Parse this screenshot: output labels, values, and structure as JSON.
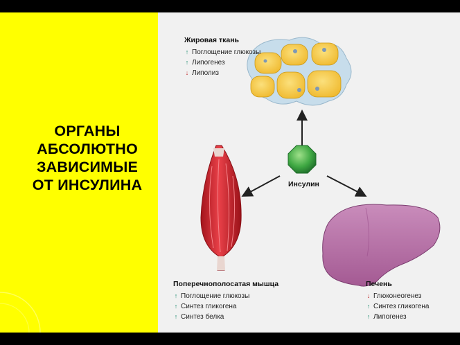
{
  "title": {
    "lines": [
      "ОРГАНЫ",
      "АБСОЛЮТНО",
      "ЗАВИСИМЫЕ",
      "ОТ ИНСУЛИНА"
    ]
  },
  "diagram": {
    "insulin_label": "Инсулин",
    "adipose": {
      "title": "Жировая ткань",
      "items": [
        {
          "arrow": "↑",
          "dir": "up",
          "text": "Поглощение глюкозы"
        },
        {
          "arrow": "↑",
          "dir": "up",
          "text": "Липогенез"
        },
        {
          "arrow": "↓",
          "dir": "down",
          "text": "Липолиз"
        }
      ]
    },
    "muscle": {
      "title": "Поперечнополосатая мышца",
      "items": [
        {
          "arrow": "↑",
          "dir": "up",
          "text": "Поглощение глюкозы"
        },
        {
          "arrow": "↑",
          "dir": "up",
          "text": "Синтез гликогена"
        },
        {
          "arrow": "↑",
          "dir": "up",
          "text": "Синтез белка"
        }
      ]
    },
    "liver": {
      "title": "Печень",
      "items": [
        {
          "arrow": "↓",
          "dir": "down",
          "text": "Глюконеогенез"
        },
        {
          "arrow": "↑",
          "dir": "up",
          "text": "Синтез гликогена"
        },
        {
          "arrow": "↑",
          "dir": "up",
          "text": "Липогенез"
        }
      ]
    },
    "colors": {
      "background_left": "#ffff00",
      "insulin": "#3fa843",
      "muscle": "#d8272e",
      "liver": "#b76fa6",
      "fat_cell": "#f5c83c",
      "arrow_up": "#1a8a6e",
      "arrow_down": "#c0282a"
    }
  }
}
